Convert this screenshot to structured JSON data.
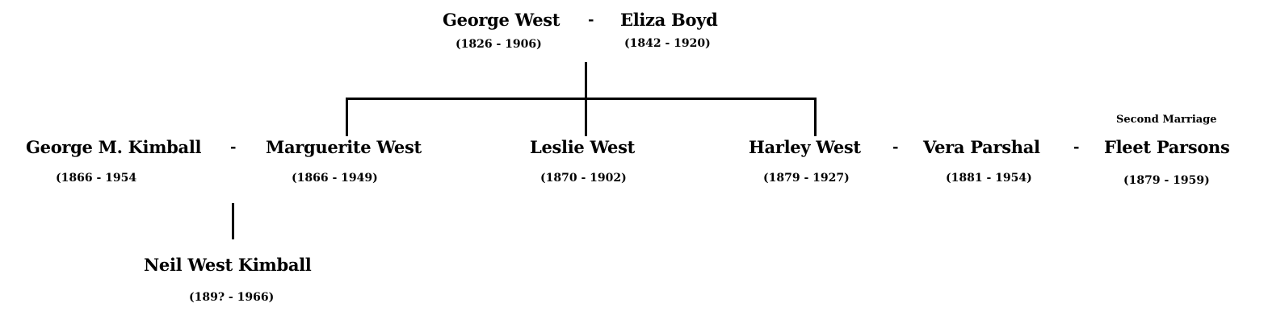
{
  "couple_top": {
    "husband": {
      "name": "George West",
      "dates": "(1826 - 1906)"
    },
    "separator": "-",
    "wife": {
      "name": "Eliza Boyd",
      "dates": "(1842 - 1920)"
    }
  },
  "children": {
    "kimball": {
      "name": "George M. Kimball",
      "dates": "(1866 - 1954"
    },
    "separator_1": "-",
    "marguerite": {
      "name": "Marguerite West",
      "dates": "(1866 - 1949)"
    },
    "leslie": {
      "name": "Leslie West",
      "dates": "(1870 - 1902)"
    },
    "harley": {
      "name": "Harley West",
      "dates": "(1879 - 1927)"
    },
    "separator_2": "-",
    "vera": {
      "name": "Vera Parshal",
      "dates": "(1881 - 1954)"
    },
    "separator_3": "-",
    "fleet": {
      "name": "Fleet Parsons",
      "dates": "(1879 - 1959)",
      "note": "Second Marriage"
    }
  },
  "grandchild": {
    "name": "Neil West Kimball",
    "dates": "(189? - 1966)"
  }
}
